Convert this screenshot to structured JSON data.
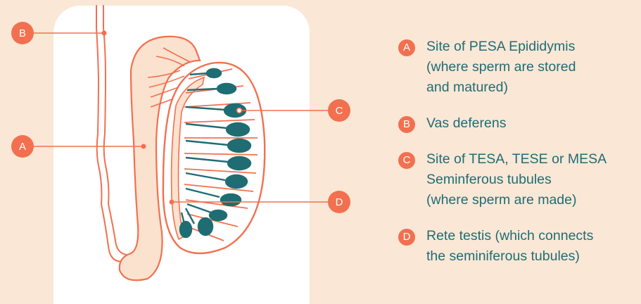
{
  "colors": {
    "background": "#fbe7d6",
    "card": "#ffffff",
    "accent": "#f2704f",
    "tubule": "#1f6d73",
    "fill": "#fbe2cf"
  },
  "markers": {
    "a": "A",
    "b": "B",
    "c": "C",
    "d": "D"
  },
  "legend": [
    {
      "badge": "A",
      "text": "Site of PESA Epididymis\n(where sperm are stored\nand matured)"
    },
    {
      "badge": "B",
      "text": "Vas deferens"
    },
    {
      "badge": "C",
      "text": "Site of TESA, TESE or MESA\nSeminferous tubules\n(where sperm are made)"
    },
    {
      "badge": "D",
      "text": "Rete testis (which connects\nthe seminiferous tubules)"
    }
  ]
}
